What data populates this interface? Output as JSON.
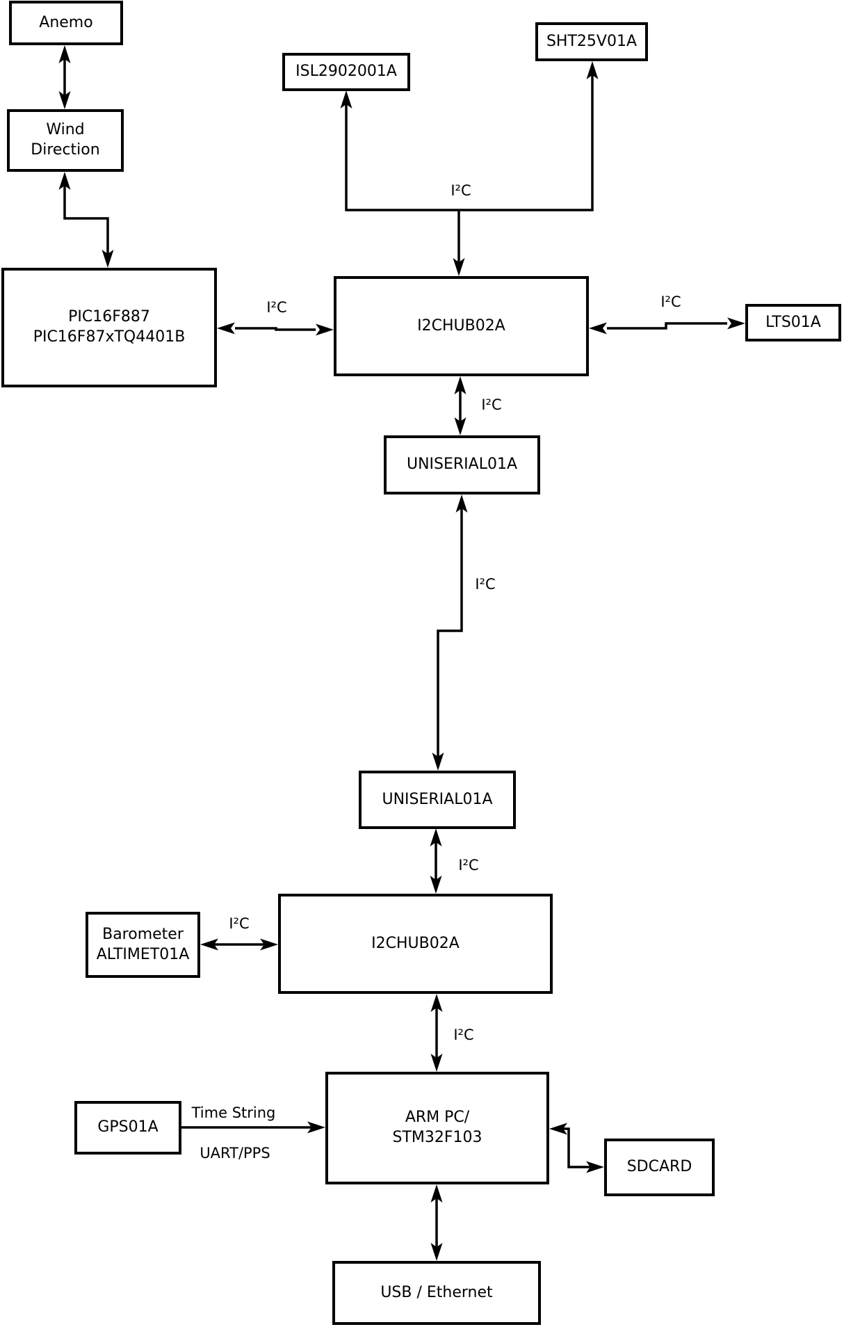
{
  "diagram": {
    "background_color": "#ffffff",
    "line_color": "#000000",
    "boxes": {
      "anemo": {
        "label": "Anemo"
      },
      "wind_direction": {
        "line1": "Wind",
        "line2": "Direction"
      },
      "pic": {
        "line1": "PIC16F887",
        "line2": "PIC16F87xTQ4401B"
      },
      "isl": {
        "label": "ISL2902001A"
      },
      "sht": {
        "label": "SHT25V01A"
      },
      "i2chub_top": {
        "label": "I2CHUB02A"
      },
      "lts": {
        "label": "LTS01A"
      },
      "uniserial_upper": {
        "label": "UNISERIAL01A"
      },
      "uniserial_lower": {
        "label": "UNISERIAL01A"
      },
      "barometer": {
        "line1": "Barometer",
        "line2": "ALTIMET01A"
      },
      "i2chub_bottom": {
        "label": "I2CHUB02A"
      },
      "gps": {
        "label": "GPS01A"
      },
      "arm_pc": {
        "line1": "ARM PC/",
        "line2": "STM32F103"
      },
      "sdcard": {
        "label": "SDCARD"
      },
      "usb_ethernet": {
        "label": "USB / Ethernet"
      }
    },
    "edge_labels": {
      "i2c_top_tee": "I²C",
      "i2c_pic_hub": "I²C",
      "i2c_hub_lts": "I²C",
      "i2c_hub_uniserial": "I²C",
      "i2c_uniserial_link": "I²C",
      "i2c_uniserial_hub2": "I²C",
      "i2c_barometer_hub2": "I²C",
      "i2c_hub2_arm": "I²C",
      "gps_time_string": "Time String",
      "gps_uart_pps": "UART/PPS"
    }
  }
}
